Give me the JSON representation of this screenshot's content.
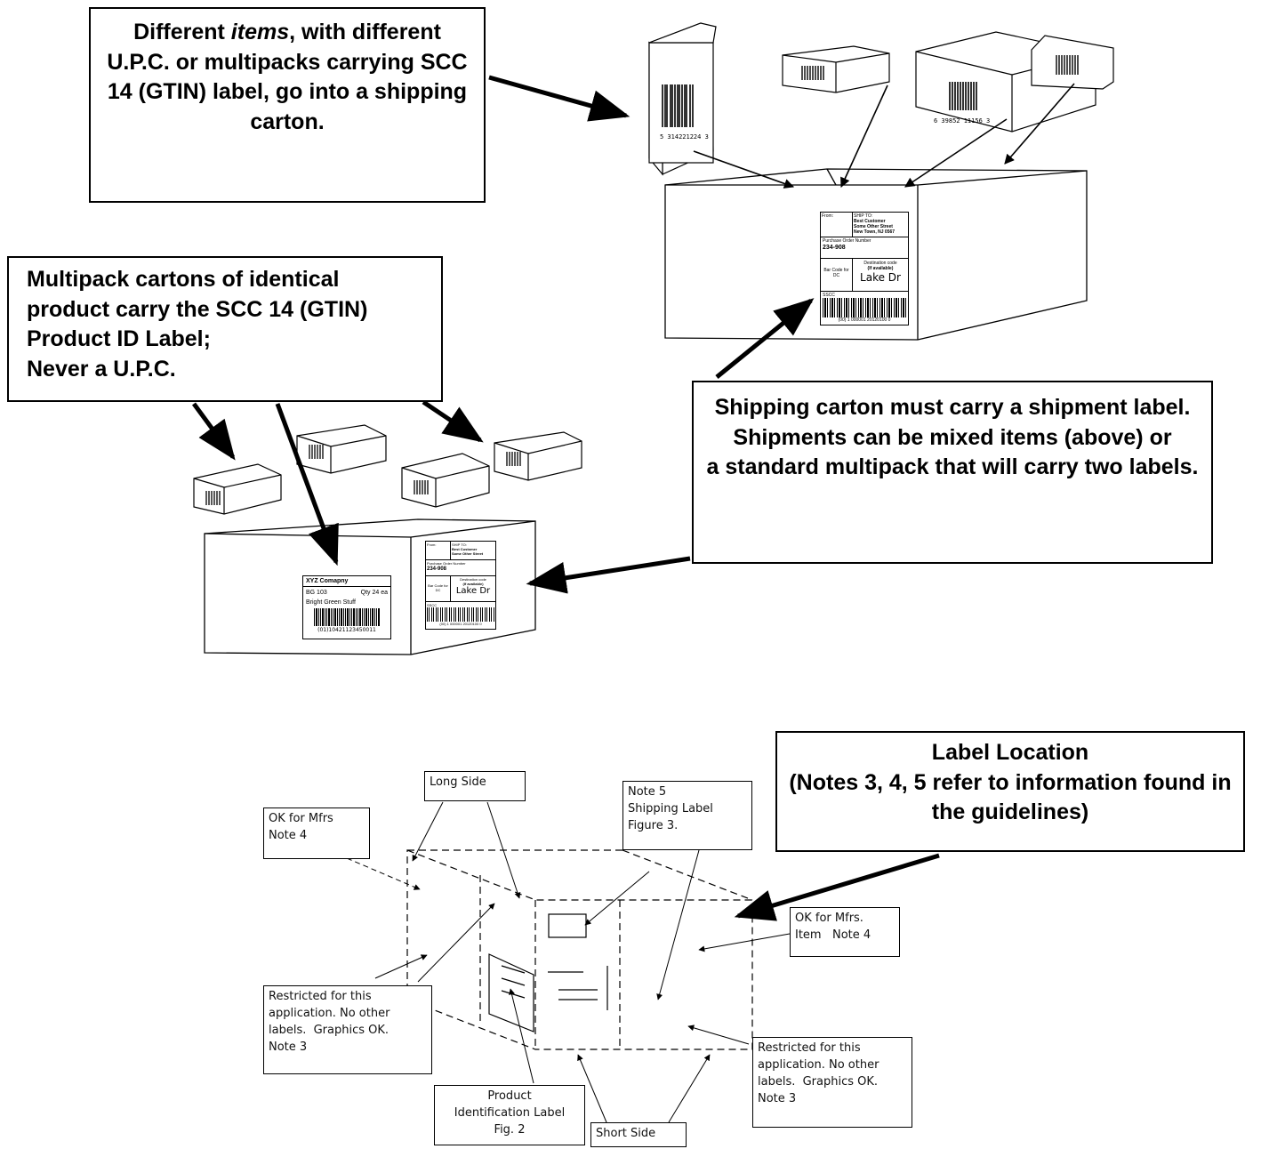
{
  "callouts": {
    "items": "Different <i>items</i>, with different U.P.C. or multipacks carrying SCC 14 (GTIN) label, go into a shipping carton.",
    "multipack": "Multipack cartons of identical product carry the SCC 14 (GTIN) Product ID Label;<br>Never a U.P.C.",
    "shipping": "Shipping carton must carry a shipment label. Shipments can be mixed items (above) or<br>a standard multipack that will carry two labels.",
    "location": "Label Location<br>(Notes 3, 4, 5 refer to information found in the guidelines)"
  },
  "notes": {
    "long_side": "Long Side",
    "ok_mfrs": "OK for Mfrs<br>Note 4",
    "note5": "Note 5<br>Shipping Label<br>Figure 3.",
    "ok_mfrs_item": "OK for Mfrs.<br>Item &nbsp; Note 4",
    "restricted_left": "Restricted for this application. No other labels. &nbsp;Graphics OK.<br>Note 3",
    "restricted_right": "Restricted for this application. No other labels. &nbsp;Graphics OK.<br>Note 3",
    "product_id": "Product<br>Identification Label<br>Fig. 2",
    "short_side": "Short Side"
  },
  "shipment_label": {
    "from": "From:",
    "ship_to": "SHIP TO:",
    "customer": "Best Customer",
    "street": "Some Other Street",
    "city": "New Town, NJ 0567",
    "po_caption": "Purchase Order Number",
    "po_number": "234-908",
    "bar_code_for": "Bar Code for",
    "dc": "DC",
    "dest_caption": "Destination code",
    "if_available": "(If available)",
    "destination": "Lake Dr",
    "sscc": "SSCC",
    "sscc_number": "(00) 1 000001 20120100 0"
  },
  "product_label": {
    "company": "XYZ Comapny",
    "code": "BG 103",
    "qty": "Qty 24 ea",
    "description": "Bright Green Stuff",
    "gtin": "(01)10421123450011"
  }
}
